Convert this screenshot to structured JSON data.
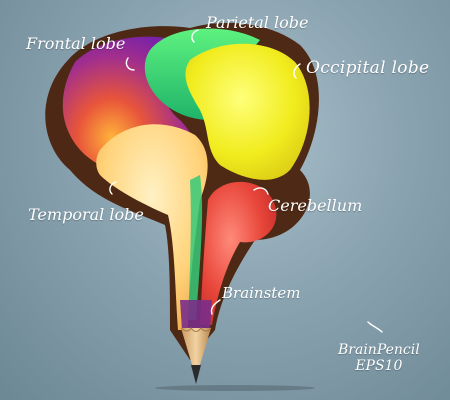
{
  "labels": {
    "frontal": "Frontal lobe",
    "parietal": "Parietal lobe",
    "occipital": "Occipital lobe",
    "temporal": "Temporal lobe",
    "cerebellum": "Cerebellum",
    "brainstem": "Brainstem",
    "title_line1": "BrainPencil",
    "title_line2": "EPS10"
  },
  "colors": {
    "background": "#8aa3b0",
    "outline": "#5a2e12",
    "frontal": "#8e2aa8",
    "frontal_glow": "#f59a2a",
    "parietal": "#2fe07a",
    "occipital": "#f3f02a",
    "temporal": "#ffd98a",
    "cerebellum": "#e8463a",
    "pencil_wood": "#e8c48e",
    "pencil_tip": "#2a2a2a",
    "label_text": "#ffffff"
  }
}
